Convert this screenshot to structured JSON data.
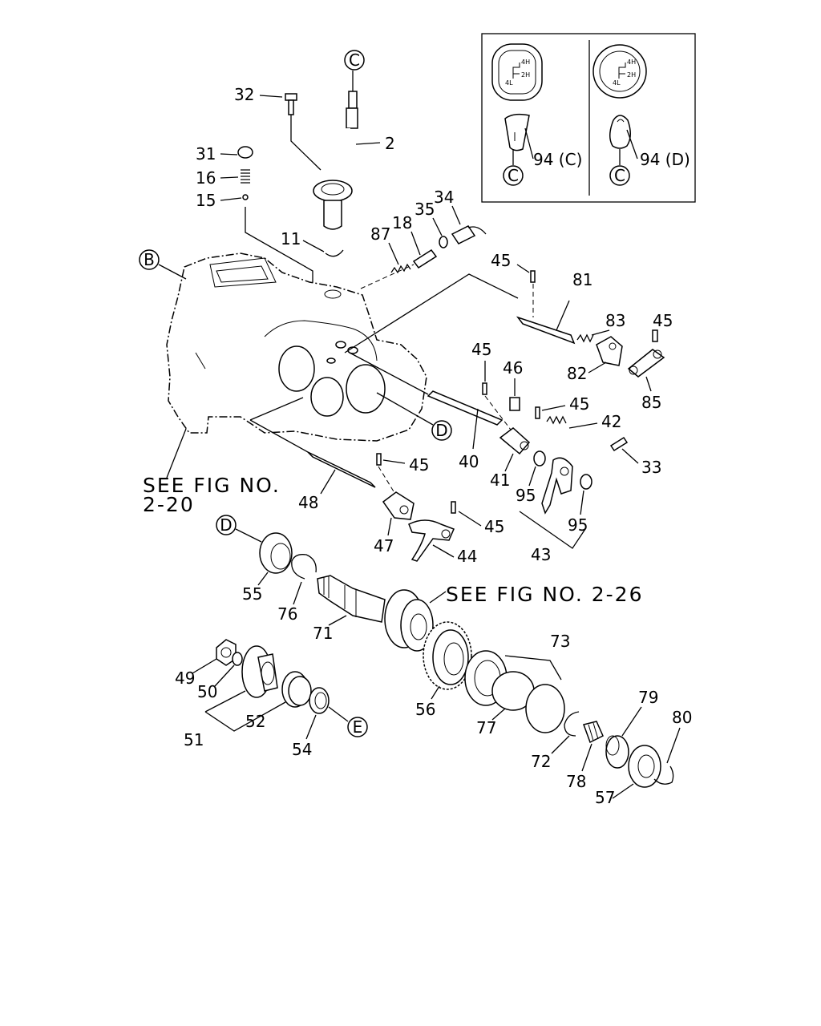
{
  "callouts": {
    "c2": "2",
    "c11": "11",
    "c15": "15",
    "c16": "16",
    "c18": "18",
    "c31": "31",
    "c32": "32",
    "c33": "33",
    "c34": "34",
    "c35": "35",
    "c40": "40",
    "c41": "41",
    "c42": "42",
    "c43": "43",
    "c44": "44",
    "c45a": "45",
    "c45b": "45",
    "c45c": "45",
    "c45d": "45",
    "c45e": "45",
    "c45f": "45",
    "c46": "46",
    "c47": "47",
    "c48": "48",
    "c49": "49",
    "c50": "50",
    "c51": "51",
    "c52": "52",
    "c54": "54",
    "c55": "55",
    "c56": "56",
    "c57": "57",
    "c71": "71",
    "c72": "72",
    "c73": "73",
    "c76": "76",
    "c77": "77",
    "c78": "78",
    "c79": "79",
    "c80": "80",
    "c81": "81",
    "c82": "82",
    "c83": "83",
    "c85": "85",
    "c87": "87",
    "c95a": "95",
    "c95b": "95",
    "c94c": "94 (C)",
    "c94d": "94 (D)"
  },
  "refs": {
    "fig_2_20_line1": "SEE FIG NO.",
    "fig_2_20_line2": "2-20",
    "fig_2_26": "SEE FIG NO. 2-26"
  },
  "markers": {
    "c_top": "C",
    "c_inset1": "C",
    "c_inset2": "C",
    "b": "B",
    "d_bearing": "D",
    "d_shaft": "D",
    "e": "E"
  },
  "shift_pattern": {
    "h4": "4H",
    "h2": "2H",
    "l4": "4L"
  }
}
